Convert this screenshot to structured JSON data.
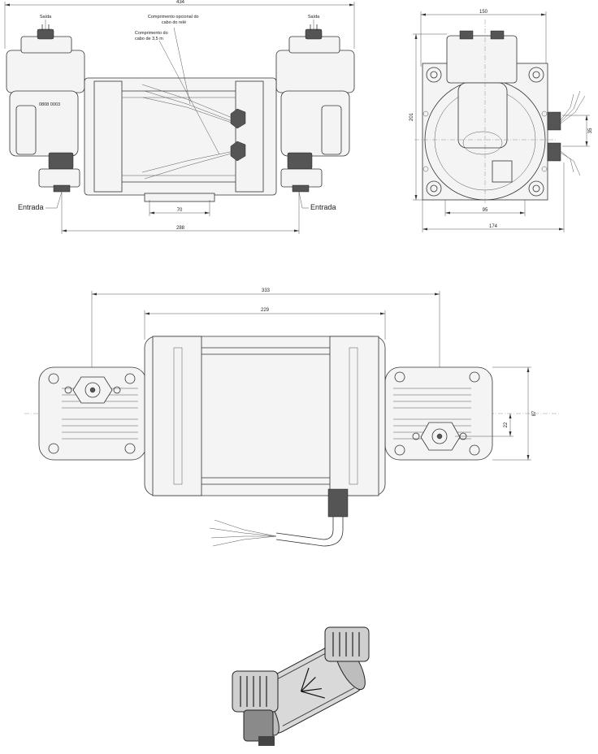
{
  "views": {
    "side": {
      "dimensions": {
        "overall_length": "434",
        "inlet_spacing": "288",
        "base_width": "70"
      },
      "labels": {
        "outlet_left": "Saída",
        "outlet_right": "Saída",
        "relay_cable": "Comprimento opcional do\ncabo do relé",
        "cable_length": "Comprimento do\ncabo de 3,5 m",
        "inlet_left": "Entrada",
        "inlet_right": "Entrada",
        "serial_label": "0808 0003"
      }
    },
    "end": {
      "dimensions": {
        "top_width": "150",
        "height": "201",
        "side_offset": "35",
        "bottom_inner": "95",
        "bottom_overall": "174"
      }
    },
    "top": {
      "dimensions": {
        "port_spacing": "333",
        "body_length": "229",
        "overall_width": "87",
        "port_offset": "22"
      }
    }
  }
}
